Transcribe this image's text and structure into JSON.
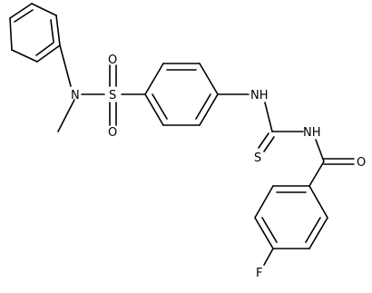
{
  "molecule": {
    "atom_labels": {
      "n_sulfonamide": "N",
      "sulfur_sulfonyl": "S",
      "oxygen_sulfonyl_top": "O",
      "oxygen_sulfonyl_bottom": "O",
      "nh_aryl": "NH",
      "nh_acyl": "NH",
      "sulfur_thio": "S",
      "oxygen_carbonyl": "O",
      "fluorine": "F"
    }
  }
}
